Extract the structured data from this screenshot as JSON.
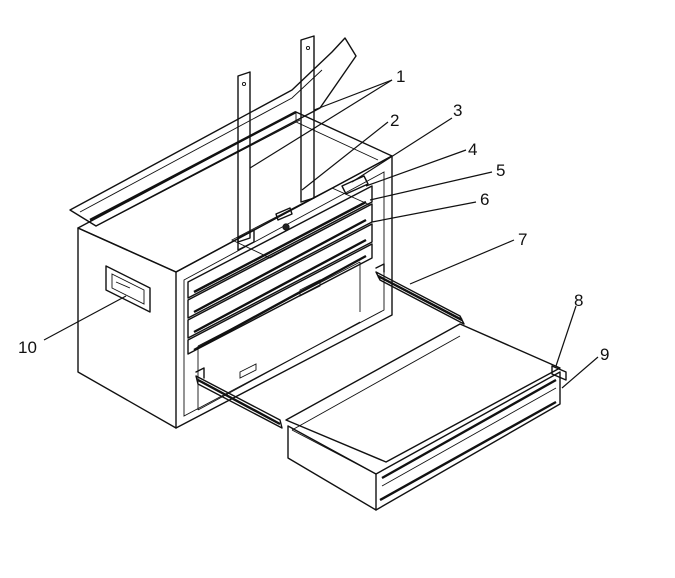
{
  "diagram": {
    "callouts": [
      {
        "label": "1"
      },
      {
        "label": "2"
      },
      {
        "label": "3"
      },
      {
        "label": "4"
      },
      {
        "label": "5"
      },
      {
        "label": "6"
      },
      {
        "label": "7"
      },
      {
        "label": "8"
      },
      {
        "label": "9"
      },
      {
        "label": "10"
      }
    ]
  }
}
